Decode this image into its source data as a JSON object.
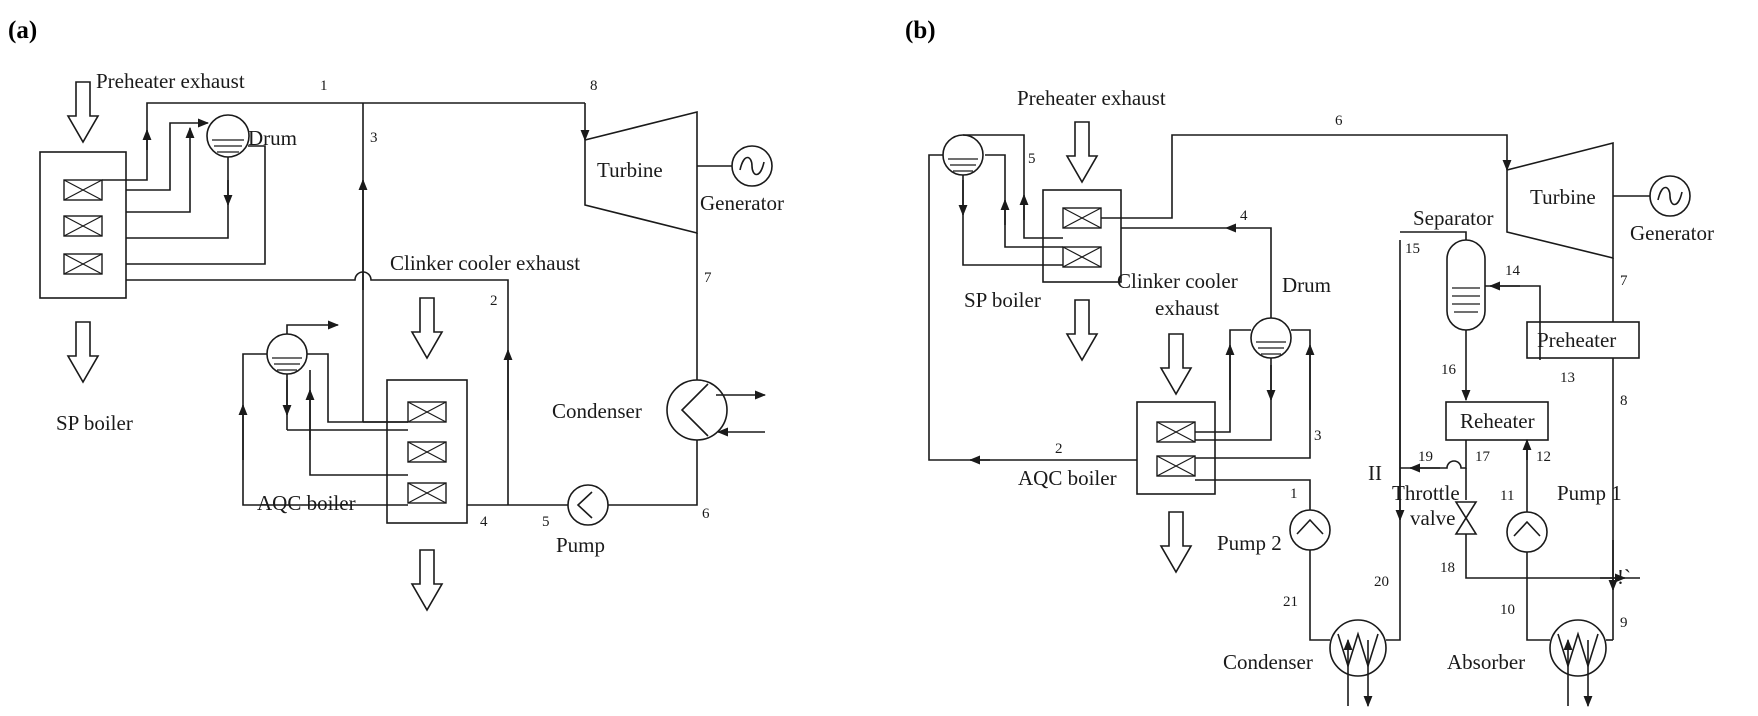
{
  "panels": {
    "a": {
      "tag": "(a)",
      "labels": {
        "preheater_exhaust": "Preheater exhaust",
        "drum": "Drum",
        "turbine": "Turbine",
        "generator": "Generator",
        "clinker_cooler_exhaust": "Clinker cooler exhaust",
        "sp_boiler": "SP boiler",
        "condenser": "Condenser",
        "aqc_boiler": "AQC boiler",
        "pump": "Pump"
      },
      "states": [
        "1",
        "2",
        "3",
        "4",
        "5",
        "6",
        "7",
        "8"
      ]
    },
    "b": {
      "tag": "(b)",
      "labels": {
        "preheater_exhaust": "Preheater exhaust",
        "turbine": "Turbine",
        "generator": "Generator",
        "separator": "Separator",
        "sp_boiler": "SP boiler",
        "clinker_cooler": "Clinker cooler",
        "exhaust": "exhaust",
        "drum": "Drum",
        "preheater": "Preheater",
        "reheater": "Reheater",
        "aqc_boiler": "AQC boiler",
        "throttle": "Throttle",
        "valve": "valve",
        "pump_1": "Pump 1",
        "pump_2": "Pump 2",
        "condenser": "Condenser",
        "absorber": "Absorber"
      },
      "states": [
        "1",
        "2",
        "3",
        "4",
        "5",
        "6",
        "7",
        "8",
        "9",
        "10",
        "11",
        "12",
        "13",
        "14",
        "15",
        "16",
        "17",
        "18",
        "19",
        "20",
        "21"
      ],
      "marks": {
        "nineteen_mark": "II",
        "nine_mark": "!`"
      }
    }
  }
}
